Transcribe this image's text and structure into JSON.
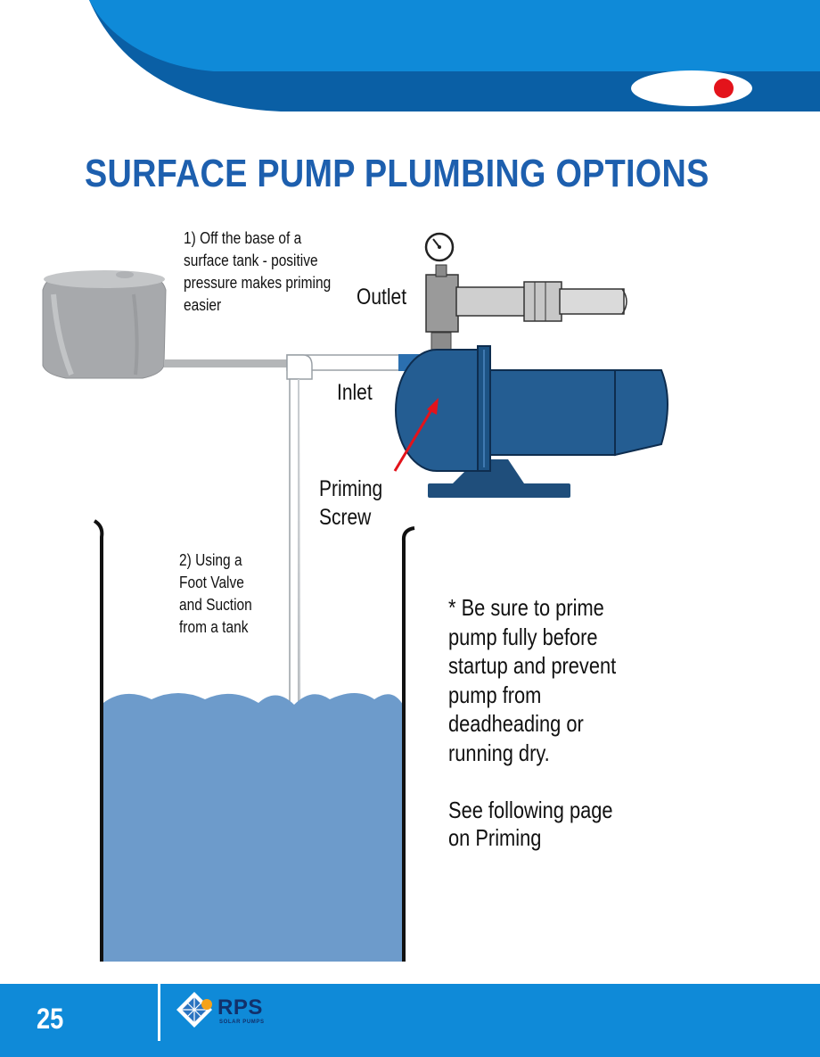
{
  "page": {
    "title": "SURFACE PUMP PLUMBING OPTIONS",
    "page_number": "25"
  },
  "diagram": {
    "option_1_text": "1) Off the base of a\nsurface tank - positive\npressure makes priming\neasier",
    "option_2_text": "2) Using a\nFoot Valve\nand Suction\nfrom a tank",
    "labels": {
      "outlet": "Outlet",
      "inlet": "Inlet",
      "priming_screw": "Priming\nScrew"
    },
    "icons": [
      "pressure-gauge-icon",
      "water-tank-icon",
      "surface-pump-icon",
      "foot-valve-icon",
      "red-arrow-icon"
    ]
  },
  "notes": {
    "prime_warning": "* Be sure to prime\npump fully before\nstartup and prevent\npump from\ndeadheading or\nrunning dry.",
    "see_following": "See following page\non Priming"
  },
  "footer": {
    "logo_name": "RPS",
    "logo_tagline": "SOLAR PUMPS"
  },
  "colors": {
    "title_blue": "#1d5fae",
    "header_light_blue": "#0f8ad8",
    "header_dark_blue": "#0a5fa5",
    "pump_blue": "#245d92",
    "water_blue": "#6d9bcb",
    "arrow_red": "#e3131b"
  }
}
